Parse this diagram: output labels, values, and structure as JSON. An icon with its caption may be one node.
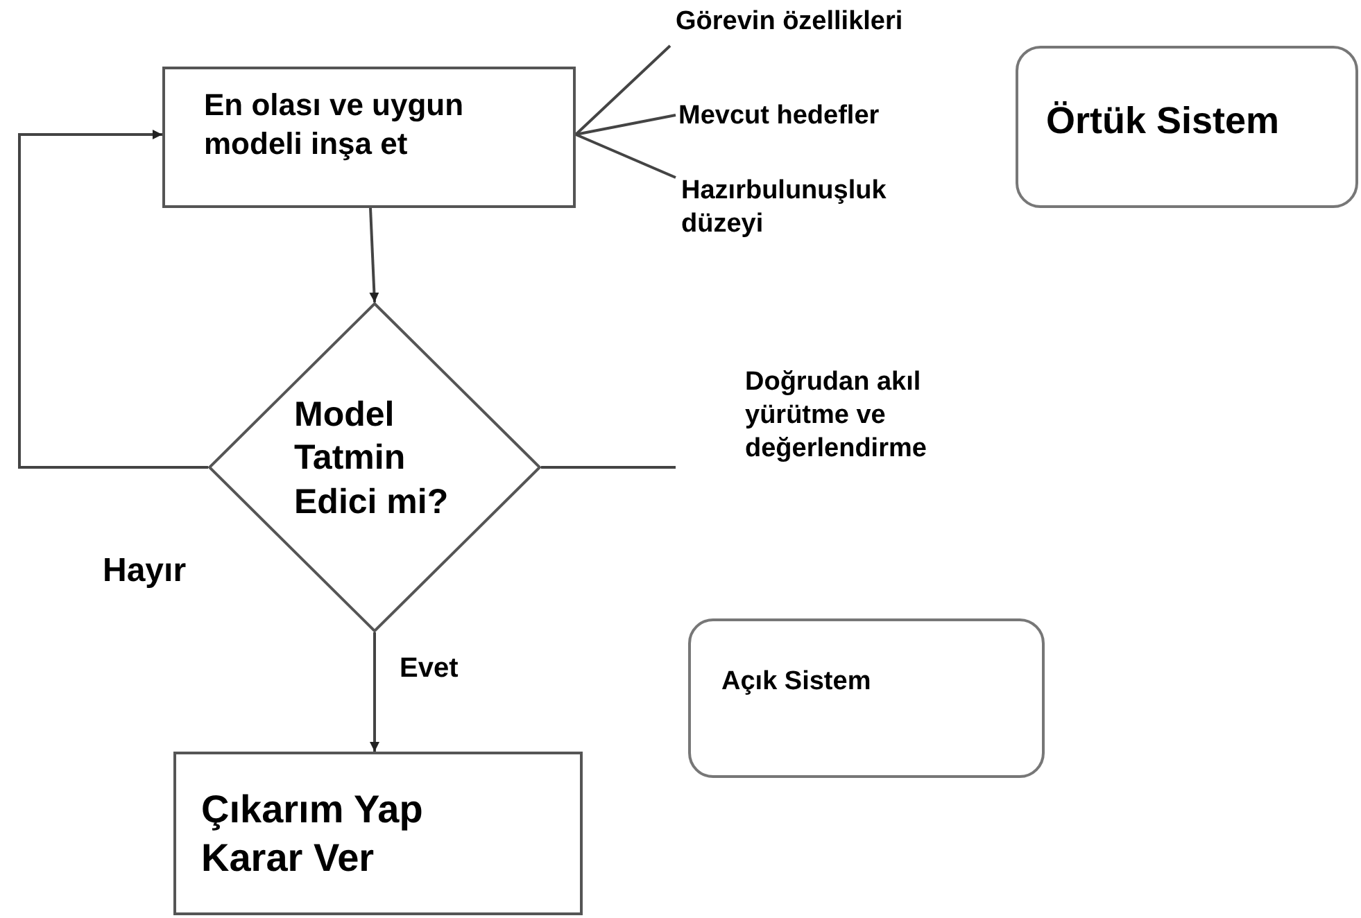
{
  "diagram": {
    "nodes": [
      {
        "text": [
          "En olası ve uygun modeli inşa et"
        ]
      },
      {
        "text": [
          "Görevin özellikleri"
        ]
      },
      {
        "text": [
          "Mevcut hedefler"
        ]
      },
      {
        "text": [
          "Hazırbulunuşluk düzeyi"
        ]
      },
      {
        "text": [
          "Örtük Sistem"
        ]
      },
      {
        "text": [
          "Model Tatmin Edici mi?"
        ]
      },
      {
        "text": [
          "Doğrudan akıl yürütme ve değerlendirme"
        ]
      },
      {
        "text": [
          "Açık Sistem"
        ]
      },
      {
        "text": [
          "Çıkarım Yap Karar Ver"
        ]
      }
    ],
    "edges": [
      {
        "from": 1,
        "to": 0,
        "arrow": "none"
      },
      {
        "from": 2,
        "to": 0,
        "arrow": "none"
      },
      {
        "from": 3,
        "to": 0,
        "arrow": "none"
      },
      {
        "from": 0,
        "to": 5,
        "arrow": "to"
      },
      {
        "from": 5,
        "to": 0,
        "arrow": "to"
      },
      {
        "from": 5,
        "to": 6,
        "arrow": "none"
      },
      {
        "from": 5,
        "to": 8,
        "arrow": "to",
        "label": "Evet"
      }
    ],
    "labels": [
      "Hayır"
    ]
  }
}
